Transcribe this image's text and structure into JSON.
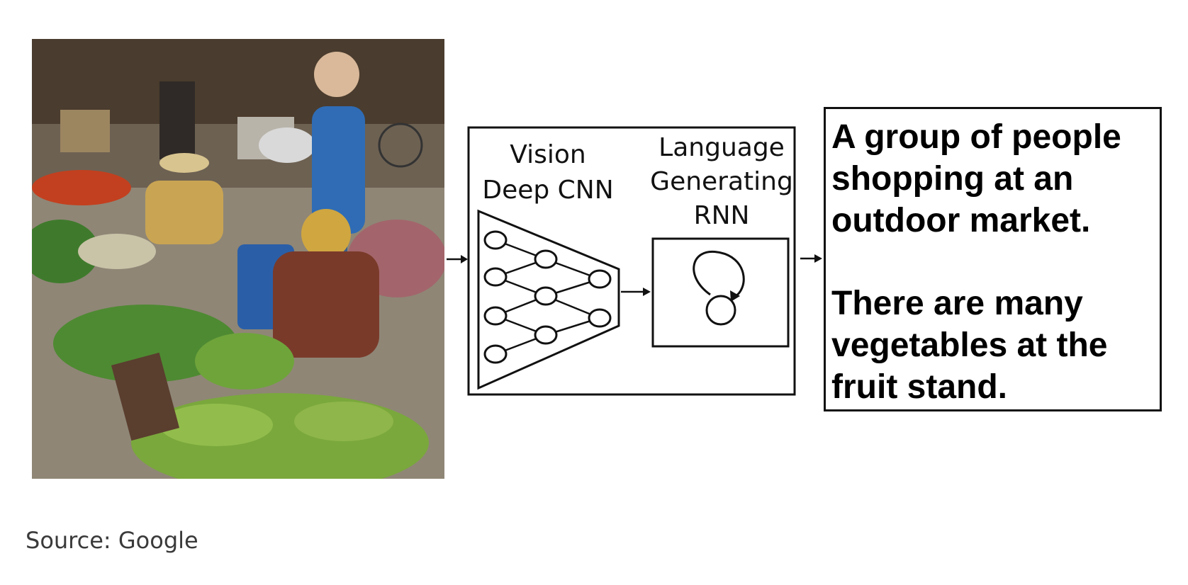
{
  "diagram": {
    "vision_label_line1": "Vision",
    "vision_label_line2": "Deep CNN",
    "language_label_line1": "Language",
    "language_label_line2": "Generating",
    "language_label_line3": "RNN"
  },
  "captions": [
    "A group of people\nshopping at an\noutdoor market.",
    "There are many\nvegetables at the\nfruit stand."
  ],
  "source": "Source: Google",
  "colors": {
    "line": "#111111",
    "background": "#ffffff",
    "source_text": "#3a3a3a"
  }
}
